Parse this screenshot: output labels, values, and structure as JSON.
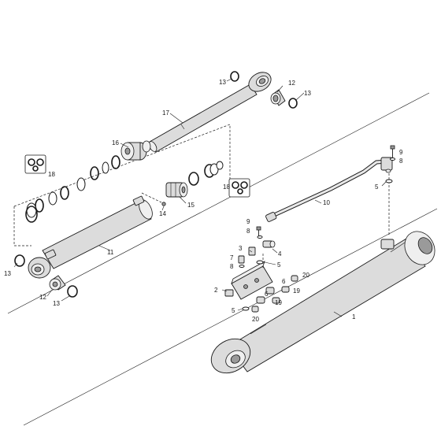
{
  "callouts": {
    "c1": "1",
    "c2": "2",
    "c3": "3",
    "c4": "4",
    "c5a": "5",
    "c5b": "5",
    "c5c": "5",
    "c6a": "6",
    "c6b": "6",
    "c7": "7",
    "c8a": "8",
    "c8b": "8",
    "c8c": "8",
    "c9a": "9",
    "c9b": "9",
    "c10": "10",
    "c11": "11",
    "c12a": "12",
    "c12b": "12",
    "c13a": "13",
    "c13b": "13",
    "c13c": "13",
    "c13d": "13",
    "c14": "14",
    "c15": "15",
    "c16": "16",
    "c17": "17",
    "c18a": "18",
    "c18b": "18",
    "c19a": "19",
    "c19b": "19",
    "c20a": "20",
    "c20b": "20"
  },
  "icons": {
    "seal_kit": "seal-kit-icon"
  },
  "colors": {
    "line": "#1a1a1a",
    "part_fill": "#dcdcdc",
    "background": "#ffffff"
  }
}
